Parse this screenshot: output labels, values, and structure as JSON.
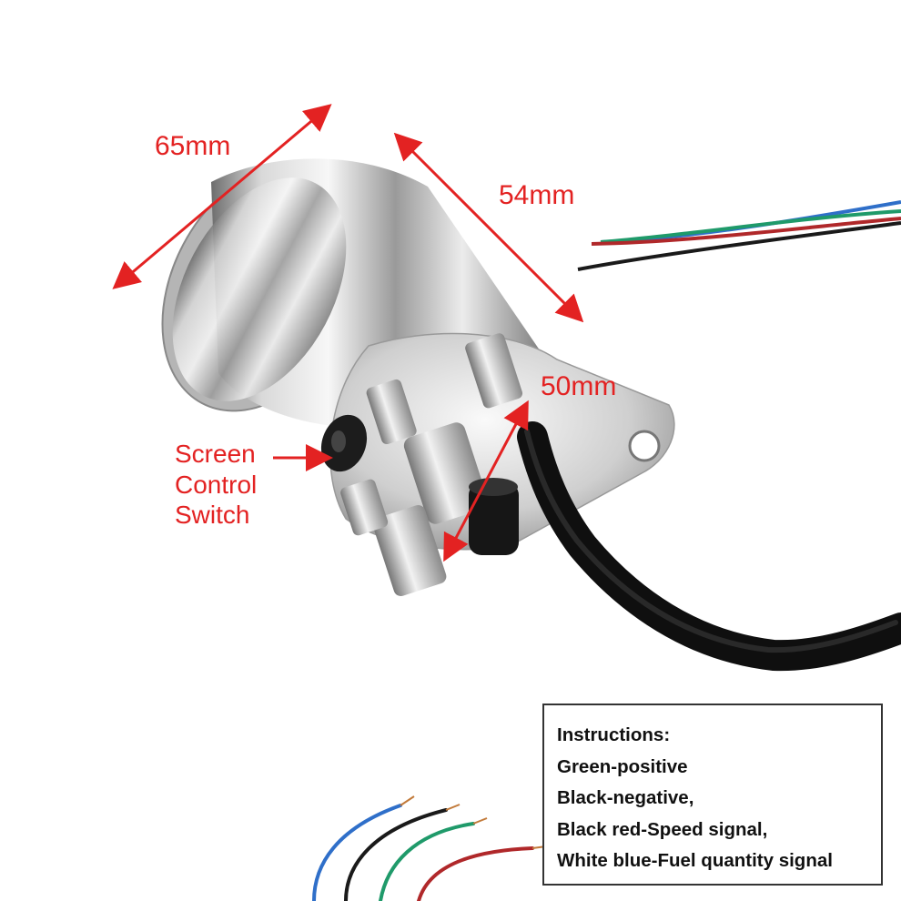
{
  "dimensions": {
    "width_label": "65mm",
    "length_label": "54mm",
    "mount_label": "50mm"
  },
  "callout": {
    "line1": "Screen",
    "line2": "Control",
    "line3": "Switch"
  },
  "instructions": {
    "title": "Instructions:",
    "line1": "Green-positive",
    "line2": "Black-negative,",
    "line3": "Black red-Speed signal,",
    "line4": "White blue-Fuel quantity signal"
  },
  "colors": {
    "annotation_red": "#e32222",
    "wire_blue": "#2f6fc9",
    "wire_green": "#1f9a6a",
    "wire_red": "#b0282a",
    "wire_black": "#1a1a1a"
  }
}
